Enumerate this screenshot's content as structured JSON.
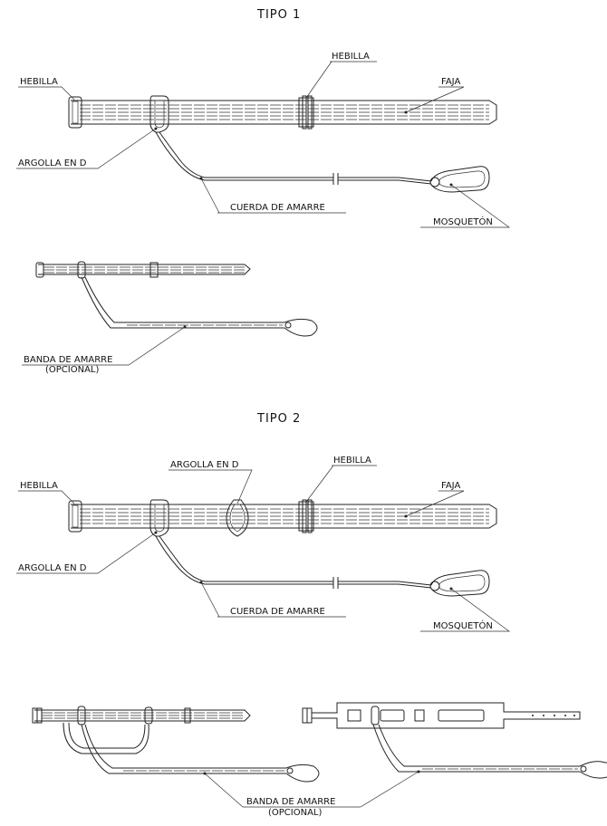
{
  "tipo1": {
    "title": "TIPO 1",
    "hebilla_left": "HEBILLA",
    "hebilla_top": "HEBILLA",
    "faja": "FAJA",
    "argolla": "ARGOLLA EN D",
    "cuerda": "CUERDA DE AMARRE",
    "mosqueton": "MOSQUETÓN",
    "banda_line1": "BANDA DE AMARRE",
    "banda_line2": "(OPCIONAL)"
  },
  "tipo2": {
    "title": "TIPO 2",
    "hebilla_left": "HEBILLA",
    "argolla_top": "ARGOLLA EN D",
    "hebilla_top": "HEBILLA",
    "faja": "FAJA",
    "argolla": "ARGOLLA EN D",
    "cuerda": "CUERDA DE AMARRE",
    "mosqueton": "MOSQUETÓN",
    "banda_line1": "BANDA DE AMARRE",
    "banda_line2": "(OPCIONAL)"
  }
}
